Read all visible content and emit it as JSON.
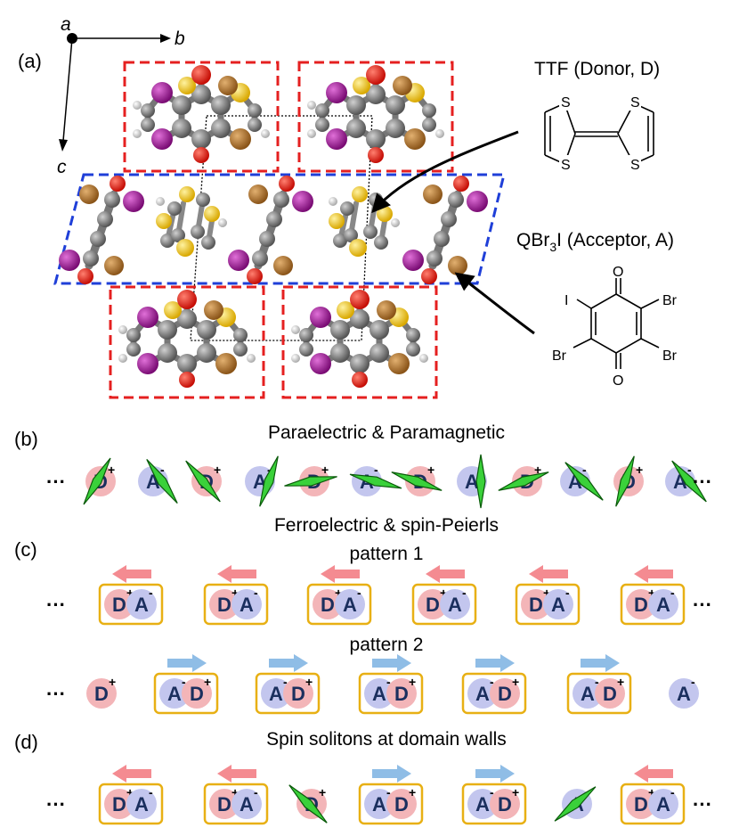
{
  "panels": {
    "a": "(a)",
    "b": "(b)",
    "c": "(c)",
    "d": "(d)"
  },
  "axes": {
    "a": "a",
    "b": "b",
    "c": "c"
  },
  "molecules": {
    "donor_title": "TTF (Donor, D)",
    "acceptor_title_main": "QBr",
    "acceptor_title_sub": "3",
    "acceptor_title_rest": "I (Acceptor, A)",
    "S": "S",
    "O": "O",
    "I": "I",
    "Br": "Br"
  },
  "titles": {
    "b": "Paraelectric & Paramagnetic",
    "c": "Ferroelectric & spin-Peierls",
    "pattern1": "pattern 1",
    "pattern2": "pattern 2",
    "d": "Spin solitons at domain walls"
  },
  "symbols": {
    "D": "D",
    "A": "A",
    "plus": "+",
    "minus": "-",
    "ellipsis": "···"
  },
  "colors": {
    "donor": "#f3b5b8",
    "acceptor": "#c3c6ee",
    "dimer_box": "#e8b014",
    "arrow_left": "#f48b91",
    "arrow_right": "#8fbde6",
    "spin": "#3ad13a",
    "red_box": "#e52020",
    "blue_box": "#1f3fd8",
    "carbon": "#666666",
    "oxygen": "#e0140c",
    "sulfur": "#f2cc1a",
    "bromine": "#b07a32",
    "iodine": "#a21a9c",
    "hydrogen": "#dddddd"
  },
  "rows": {
    "b": [
      "D",
      "A",
      "D",
      "A",
      "D",
      "A",
      "D",
      "A",
      "D",
      "A",
      "D",
      "A"
    ],
    "c1": [
      "DA",
      "DA",
      "DA",
      "DA",
      "DA",
      "DA"
    ],
    "c2": [
      "D",
      "AD",
      "AD",
      "AD",
      "AD",
      "AD",
      "A"
    ],
    "d": [
      "DA",
      "DA",
      "D",
      "AD",
      "AD",
      "A",
      "DA"
    ],
    "d_arrows": [
      "left",
      "left",
      "right",
      "right",
      "left"
    ]
  }
}
